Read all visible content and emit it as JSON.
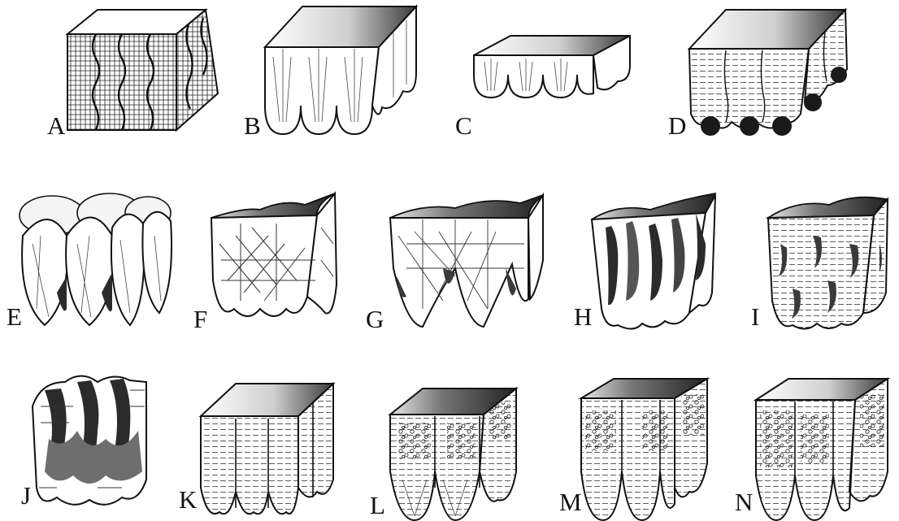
{
  "figure": {
    "panels": [
      {
        "id": "A",
        "label": "A"
      },
      {
        "id": "B",
        "label": "B"
      },
      {
        "id": "C",
        "label": "C"
      },
      {
        "id": "D",
        "label": "D"
      },
      {
        "id": "E",
        "label": "E"
      },
      {
        "id": "F",
        "label": "F"
      },
      {
        "id": "G",
        "label": "G"
      },
      {
        "id": "H",
        "label": "H"
      },
      {
        "id": "I",
        "label": "I"
      },
      {
        "id": "J",
        "label": "J"
      },
      {
        "id": "K",
        "label": "K"
      },
      {
        "id": "L",
        "label": "L"
      },
      {
        "id": "M",
        "label": "M"
      },
      {
        "id": "N",
        "label": "N"
      }
    ]
  },
  "colors": {
    "ink": "#111111",
    "paper": "#ffffff",
    "top_light": "#f7f7f7",
    "top_dark": "#3a3a3a",
    "cavity": "#2b2b2b",
    "cavity_mid": "#6e6e6e",
    "nodule": "#1a1a1a"
  }
}
